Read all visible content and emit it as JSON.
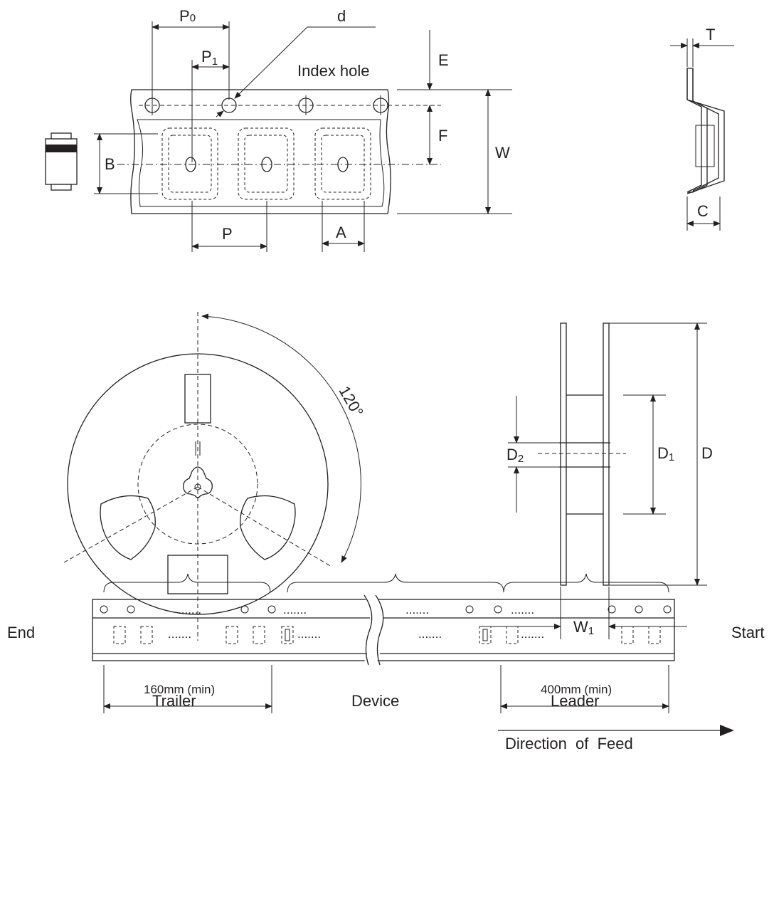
{
  "tape": {
    "labels": {
      "p0": "P",
      "p0_sub": "0",
      "p1": "P",
      "p1_sub": "1",
      "d": "d",
      "e": "E",
      "f": "F",
      "w": "W",
      "b": "B",
      "p": "P",
      "a": "A",
      "t": "T",
      "c": "C",
      "index_hole": "Index hole"
    }
  },
  "reel": {
    "angle_label": "120°",
    "labels": {
      "d": "D",
      "d1": "D",
      "d1_sub": "1",
      "d2": "D",
      "d2_sub": "2",
      "w1": "W",
      "w1_sub": "1"
    }
  },
  "strip": {
    "sections": {
      "trailer": "Trailer",
      "device": "Device",
      "leader": "Leader"
    },
    "end_label": "End",
    "start_label": "Start",
    "dots": ".......",
    "trailer_length": "160mm (min)",
    "leader_length": "400mm (min)",
    "direction": "Direction  of  Feed"
  }
}
